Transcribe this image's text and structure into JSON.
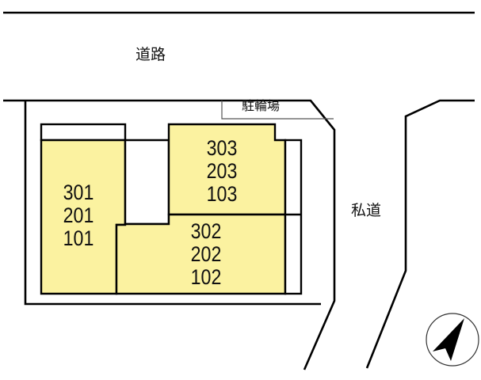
{
  "colors": {
    "building_fill": "#fbf2a0",
    "line": "#000000",
    "background": "#ffffff"
  },
  "labels": {
    "top_road": "道路",
    "private_road": "私道",
    "bicycle_parking": "駐輪場"
  },
  "buildings": [
    {
      "id": "west-wing",
      "units": [
        "301",
        "201",
        "101"
      ]
    },
    {
      "id": "north-east-wing",
      "units": [
        "303",
        "203",
        "103"
      ]
    },
    {
      "id": "south-east-wing",
      "units": [
        "302",
        "202",
        "102"
      ]
    }
  ],
  "compass": {
    "icon": "north-arrow-icon",
    "direction": "north-east"
  }
}
